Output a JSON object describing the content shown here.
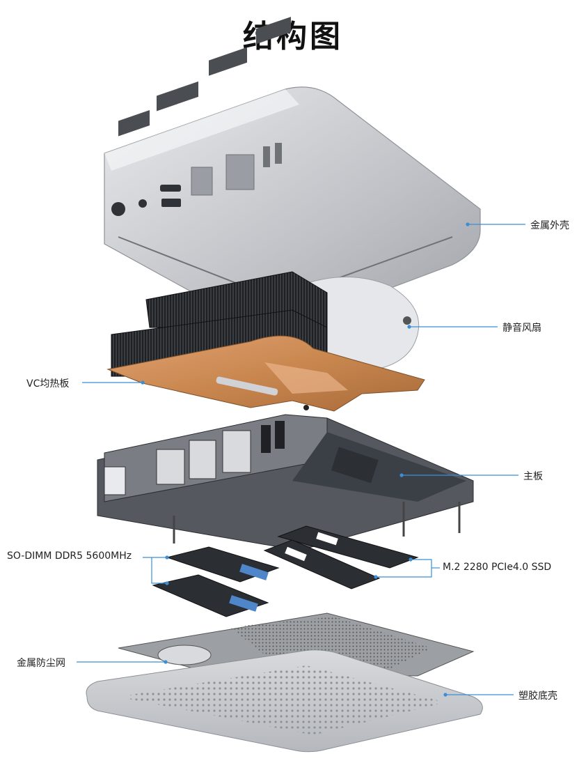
{
  "title": "结构图",
  "colors": {
    "callout_line": "#3a8fd8",
    "copper": "#c9874f",
    "aluminum": "#c9cbd0",
    "dark": "#2a2c30"
  },
  "labels": {
    "metal_shell": "金属外壳",
    "silent_fan": "静音风扇",
    "vc_plate": "VC均热板",
    "motherboard": "主板",
    "memory": "SO-DIMM DDR5 5600MHz",
    "ssd": "M.2 2280 PCIe4.0 SSD",
    "dust_mesh": "金属防尘网",
    "plastic_base": "塑胶底壳"
  }
}
